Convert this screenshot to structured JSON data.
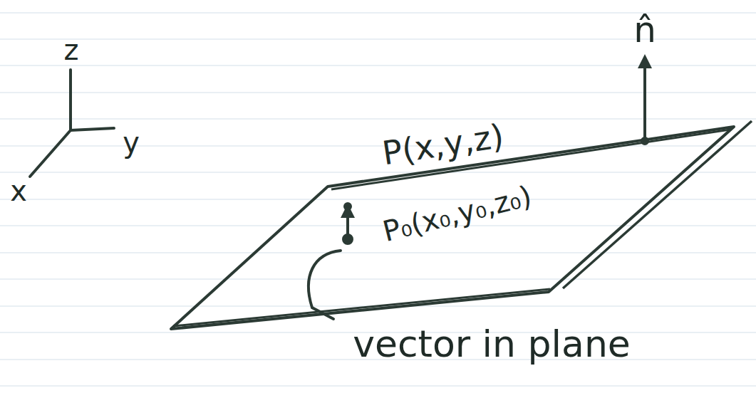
{
  "diagram": {
    "labels": [
      "z",
      "y",
      "x",
      "n̂",
      "P(x,y,z)",
      "P₀(x₀,y₀,z₀)",
      "vector in plane"
    ]
  }
}
